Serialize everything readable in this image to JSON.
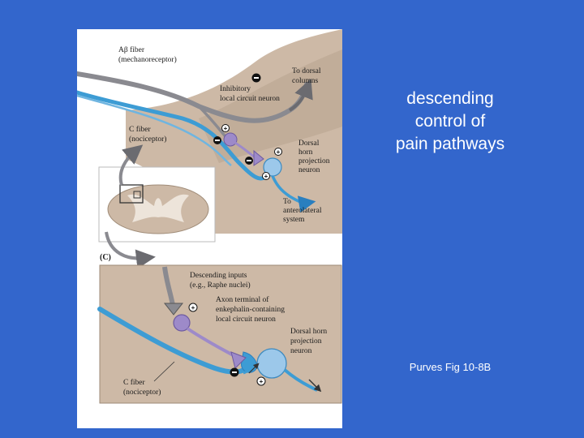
{
  "slide": {
    "title_lines": [
      "descending",
      "control of",
      "pain pathways"
    ],
    "citation": "Purves Fig 10-8B"
  },
  "figure": {
    "upper": {
      "ab_fiber_line1": "Aβ fiber",
      "ab_fiber_line2": "(mechanoreceptor)",
      "to_dorsal_line1": "To dorsal",
      "to_dorsal_line2": "columns",
      "inhibitory_line1": "Inhibitory",
      "inhibitory_line2": "local circuit neuron",
      "c_fiber_line1": "C fiber",
      "c_fiber_line2": "(nociceptor)",
      "dorsal_horn_line1": "Dorsal",
      "dorsal_horn_line2": "horn",
      "dorsal_horn_line3": "projection",
      "dorsal_horn_line4": "neuron",
      "to_antero_line1": "To",
      "to_antero_line2": "anterolateral",
      "to_antero_line3": "system"
    },
    "panel_label": "(C)",
    "lower": {
      "descending_line1": "Descending inputs",
      "descending_line2": "(e.g., Raphe nuclei)",
      "axon_line1": "Axon terminal of",
      "axon_line2": "enkephalin-containing",
      "axon_line3": "local circuit neuron",
      "dhpn_line1": "Dorsal horn",
      "dhpn_line2": "projection",
      "dhpn_line3": "neuron",
      "c_fiber_line1": "C fiber",
      "c_fiber_line2": "(nociceptor)"
    },
    "signs": {
      "plus": "+",
      "minus": "−"
    }
  },
  "colors": {
    "background": "#3366cc",
    "tissue_tan": "#cdb9a6",
    "fiber_blue": "#3d9cd4",
    "interneuron_purple": "#9d8ac9",
    "projection_neuron": "#9cc8ea",
    "descending_gray": "#8a8a90"
  }
}
